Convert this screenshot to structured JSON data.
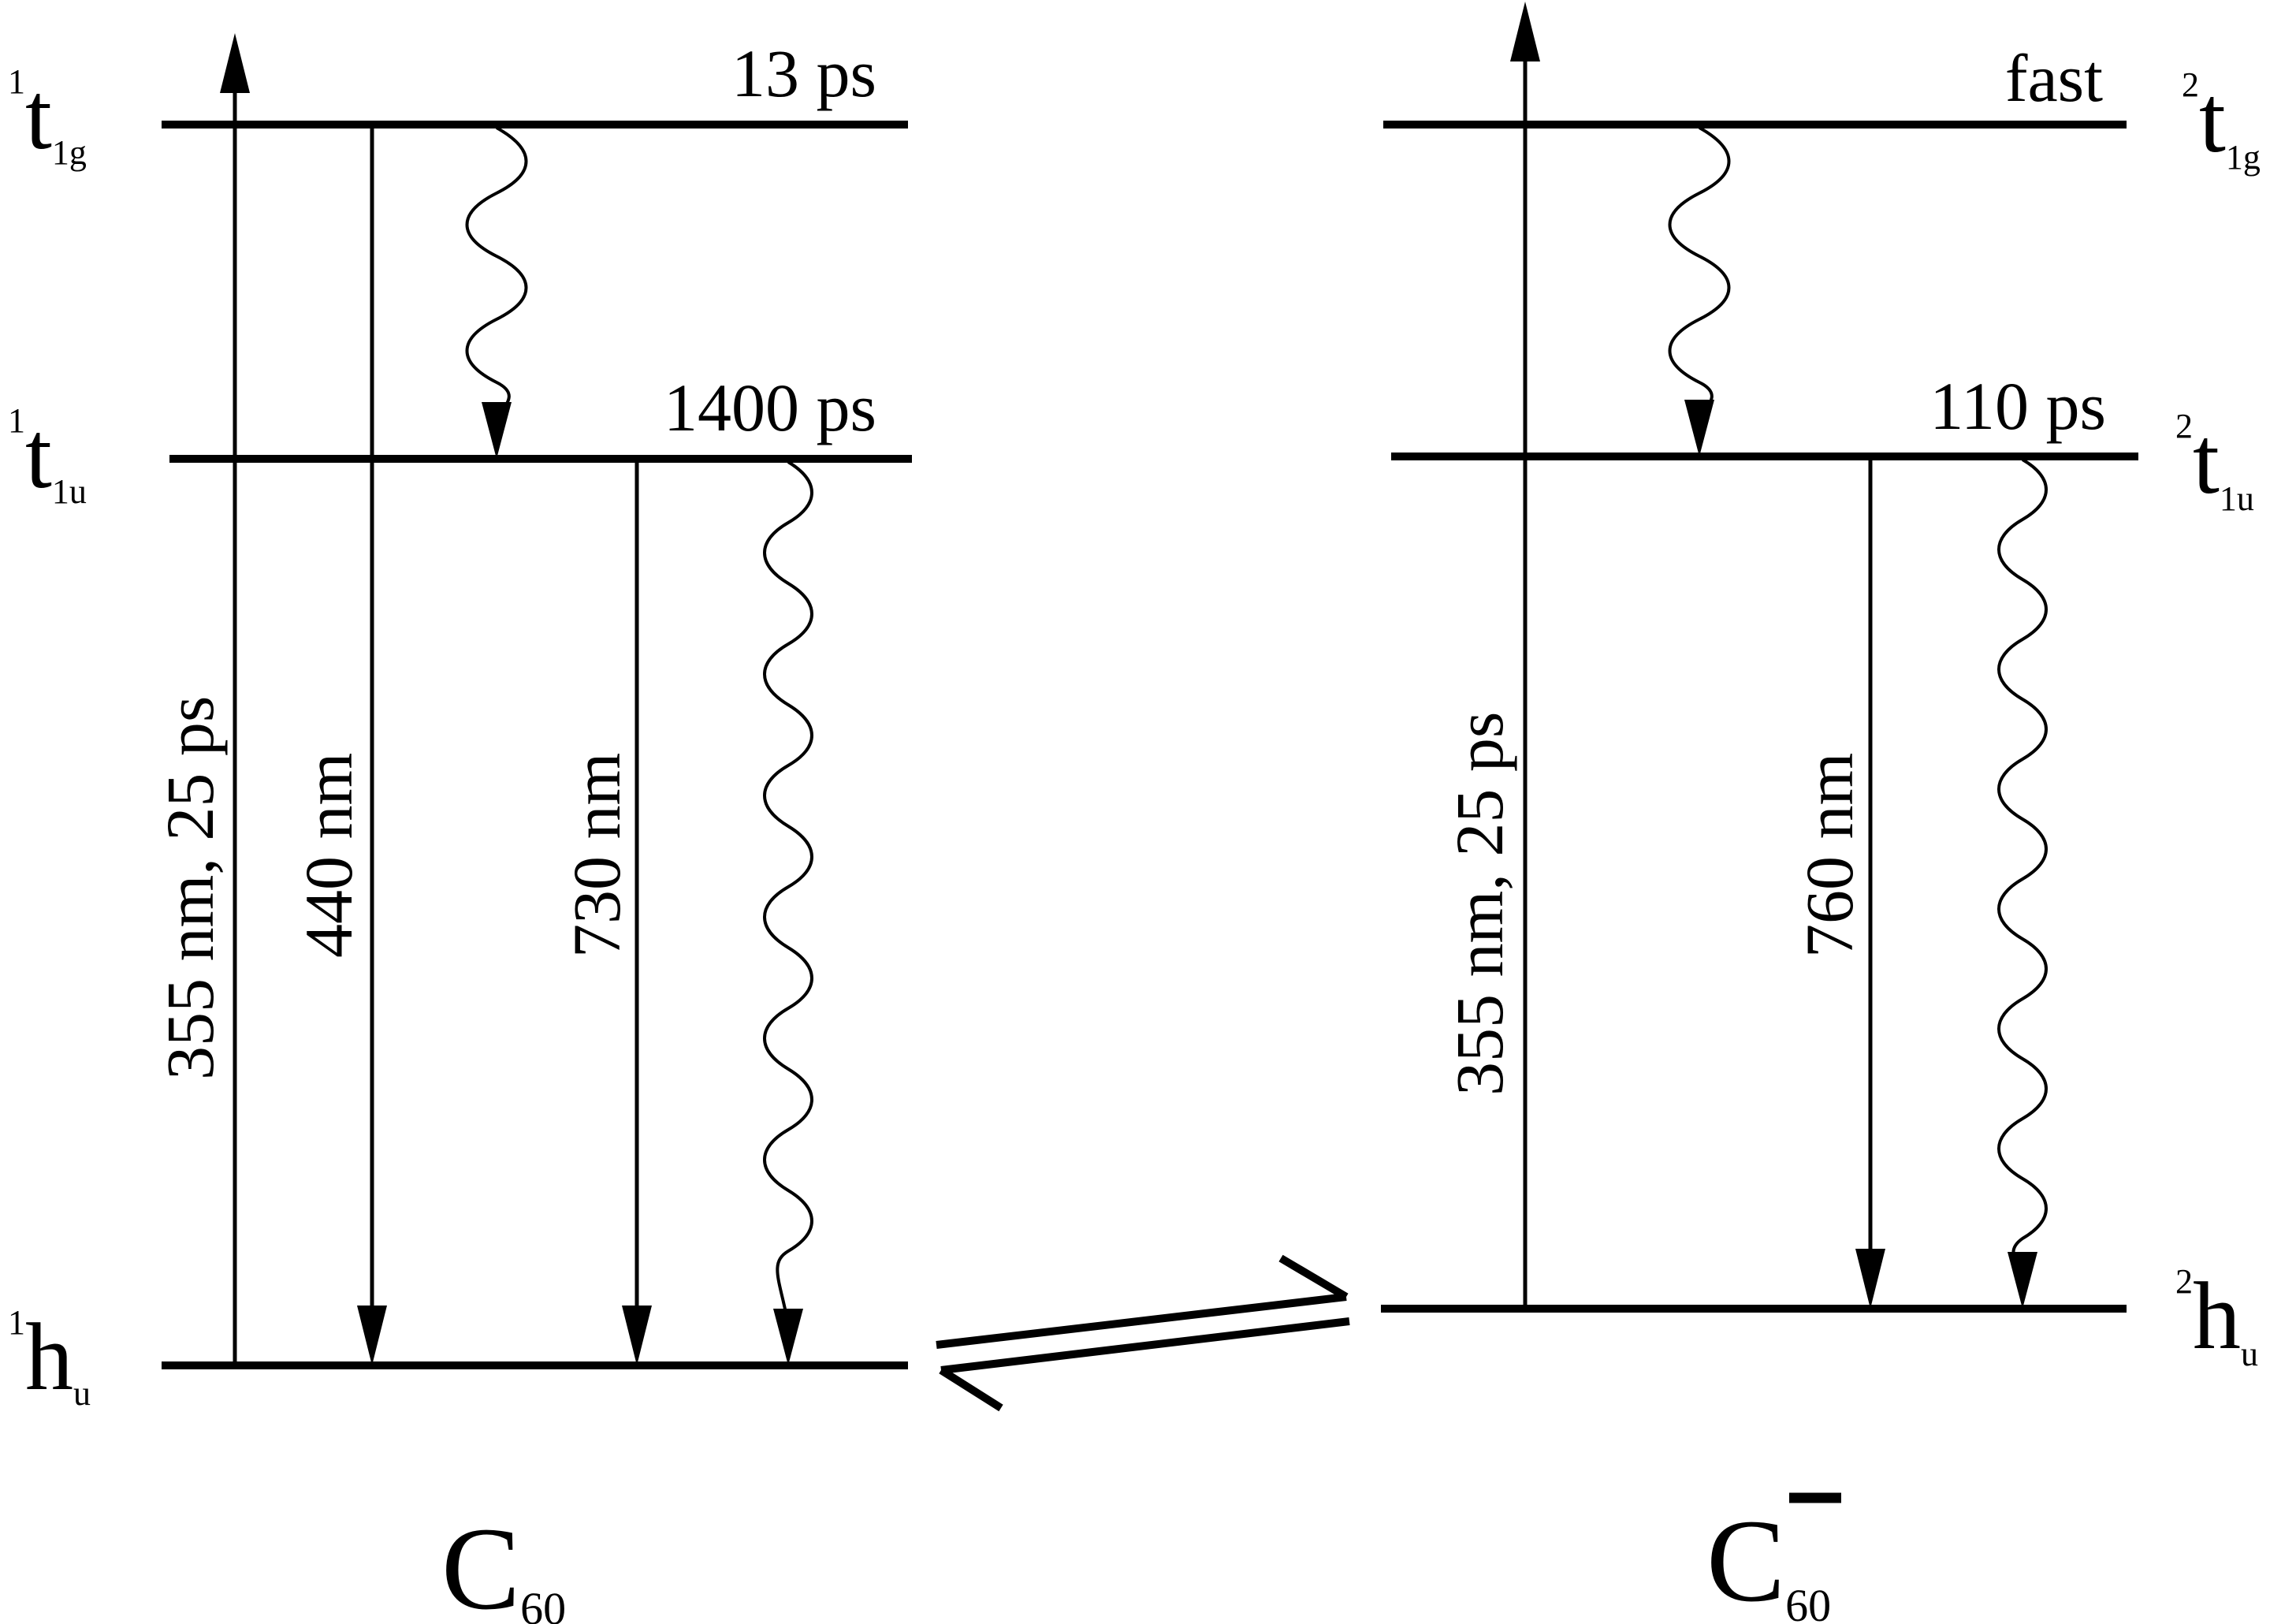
{
  "left": {
    "levels": {
      "t1g": {
        "sup": "1",
        "main": "t",
        "sub": "1g"
      },
      "t1u": {
        "sup": "1",
        "main": "t",
        "sub": "1u"
      },
      "hu": {
        "sup": "1",
        "main": "h",
        "sub": "u"
      }
    },
    "lifetimes": {
      "t1g": "13 ps",
      "t1u": "1400 ps"
    },
    "transitions": {
      "excite": "355 nm, 25 ps",
      "emit1": "440 nm",
      "emit2": "730 nm"
    },
    "species": {
      "main": "C",
      "sub": "60"
    }
  },
  "right": {
    "levels": {
      "t1g": {
        "sup": "2",
        "main": "t",
        "sub": "1g"
      },
      "t1u": {
        "sup": "2",
        "main": "t",
        "sub": "1u"
      },
      "hu": {
        "sup": "2",
        "main": "h",
        "sub": "u"
      }
    },
    "lifetimes": {
      "t1g": "fast",
      "t1u": "110 ps"
    },
    "transitions": {
      "excite": "355 nm, 25 ps",
      "emit1": "760 nm"
    },
    "species": {
      "main": "C",
      "sub": "60"
    }
  }
}
